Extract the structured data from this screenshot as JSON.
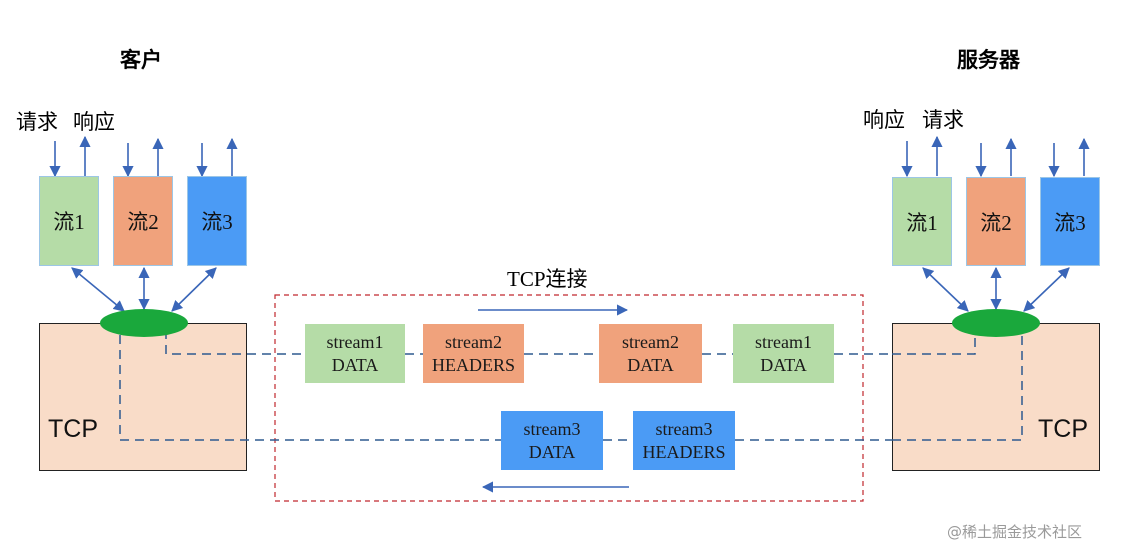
{
  "client": {
    "title": "客户",
    "request_label": "请求",
    "response_label": "响应",
    "streams": [
      "流1",
      "流2",
      "流3"
    ],
    "tcp_label": "TCP"
  },
  "server": {
    "title": "服务器",
    "request_label": "请求",
    "response_label": "响应",
    "streams": [
      "流1",
      "流2",
      "流3"
    ],
    "tcp_label": "TCP"
  },
  "connection": {
    "title": "TCP连接",
    "frames_top": [
      {
        "line1": "stream1",
        "line2": "DATA"
      },
      {
        "line1": "stream2",
        "line2": "HEADERS"
      },
      {
        "line1": "stream2",
        "line2": "DATA"
      },
      {
        "line1": "stream1",
        "line2": "DATA"
      }
    ],
    "frames_bottom": [
      {
        "line1": "stream3",
        "line2": "DATA"
      },
      {
        "line1": "stream3",
        "line2": "HEADERS"
      }
    ]
  },
  "colors": {
    "green": "#b5dca7",
    "orange": "#f0a27c",
    "blue": "#4b9bf5",
    "tcp_fill": "#f9dcc8",
    "ellipse": "#1aa83c",
    "arrow": "#3a66b8",
    "dashed_line": "#2e5a8f",
    "red_dash": "#c0272d"
  },
  "watermark": "@稀土掘金技术社区"
}
